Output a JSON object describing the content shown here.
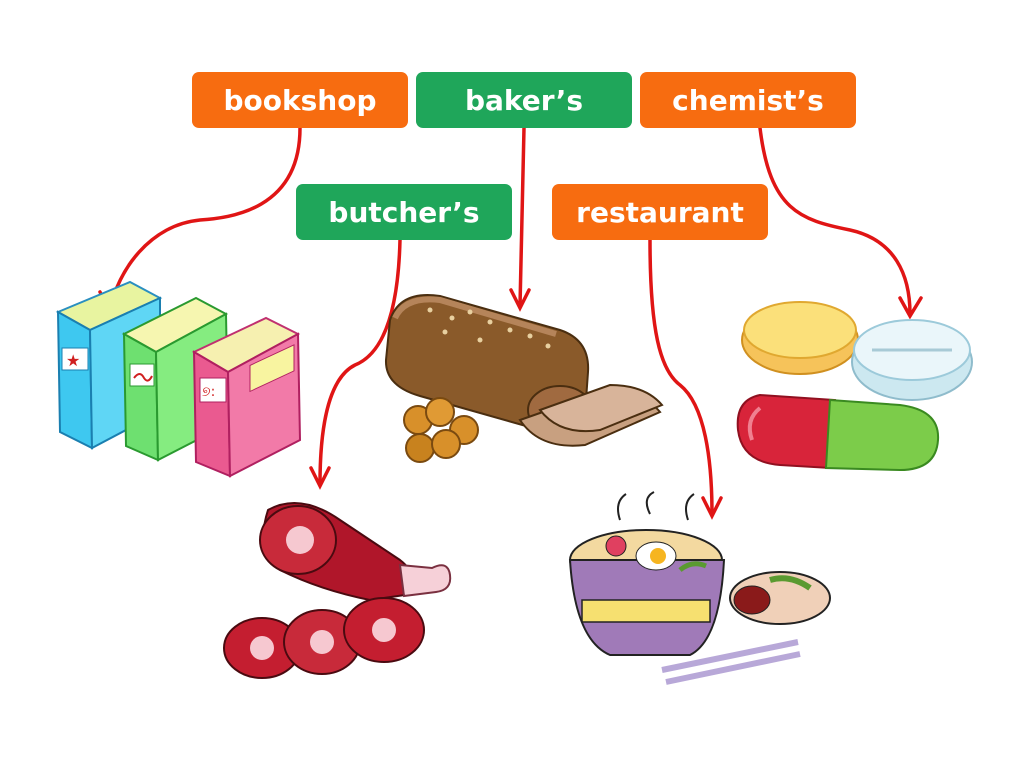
{
  "colors": {
    "orange": "#f76c10",
    "green": "#1fa65a",
    "arrow": "#e01515"
  },
  "labels": {
    "bookshop": {
      "text": "bookshop",
      "color": "#f76c10"
    },
    "bakers": {
      "text": "baker’s",
      "color": "#1fa65a"
    },
    "chemists": {
      "text": "chemist’s",
      "color": "#f76c10"
    },
    "butchers": {
      "text": "butcher’s",
      "color": "#1fa65a"
    },
    "restaurant": {
      "text": "restaurant",
      "color": "#f76c10"
    }
  },
  "pictures": [
    "books-icon",
    "bread-icon",
    "pills-icon",
    "meat-icon",
    "noodle-bowl-icon"
  ]
}
